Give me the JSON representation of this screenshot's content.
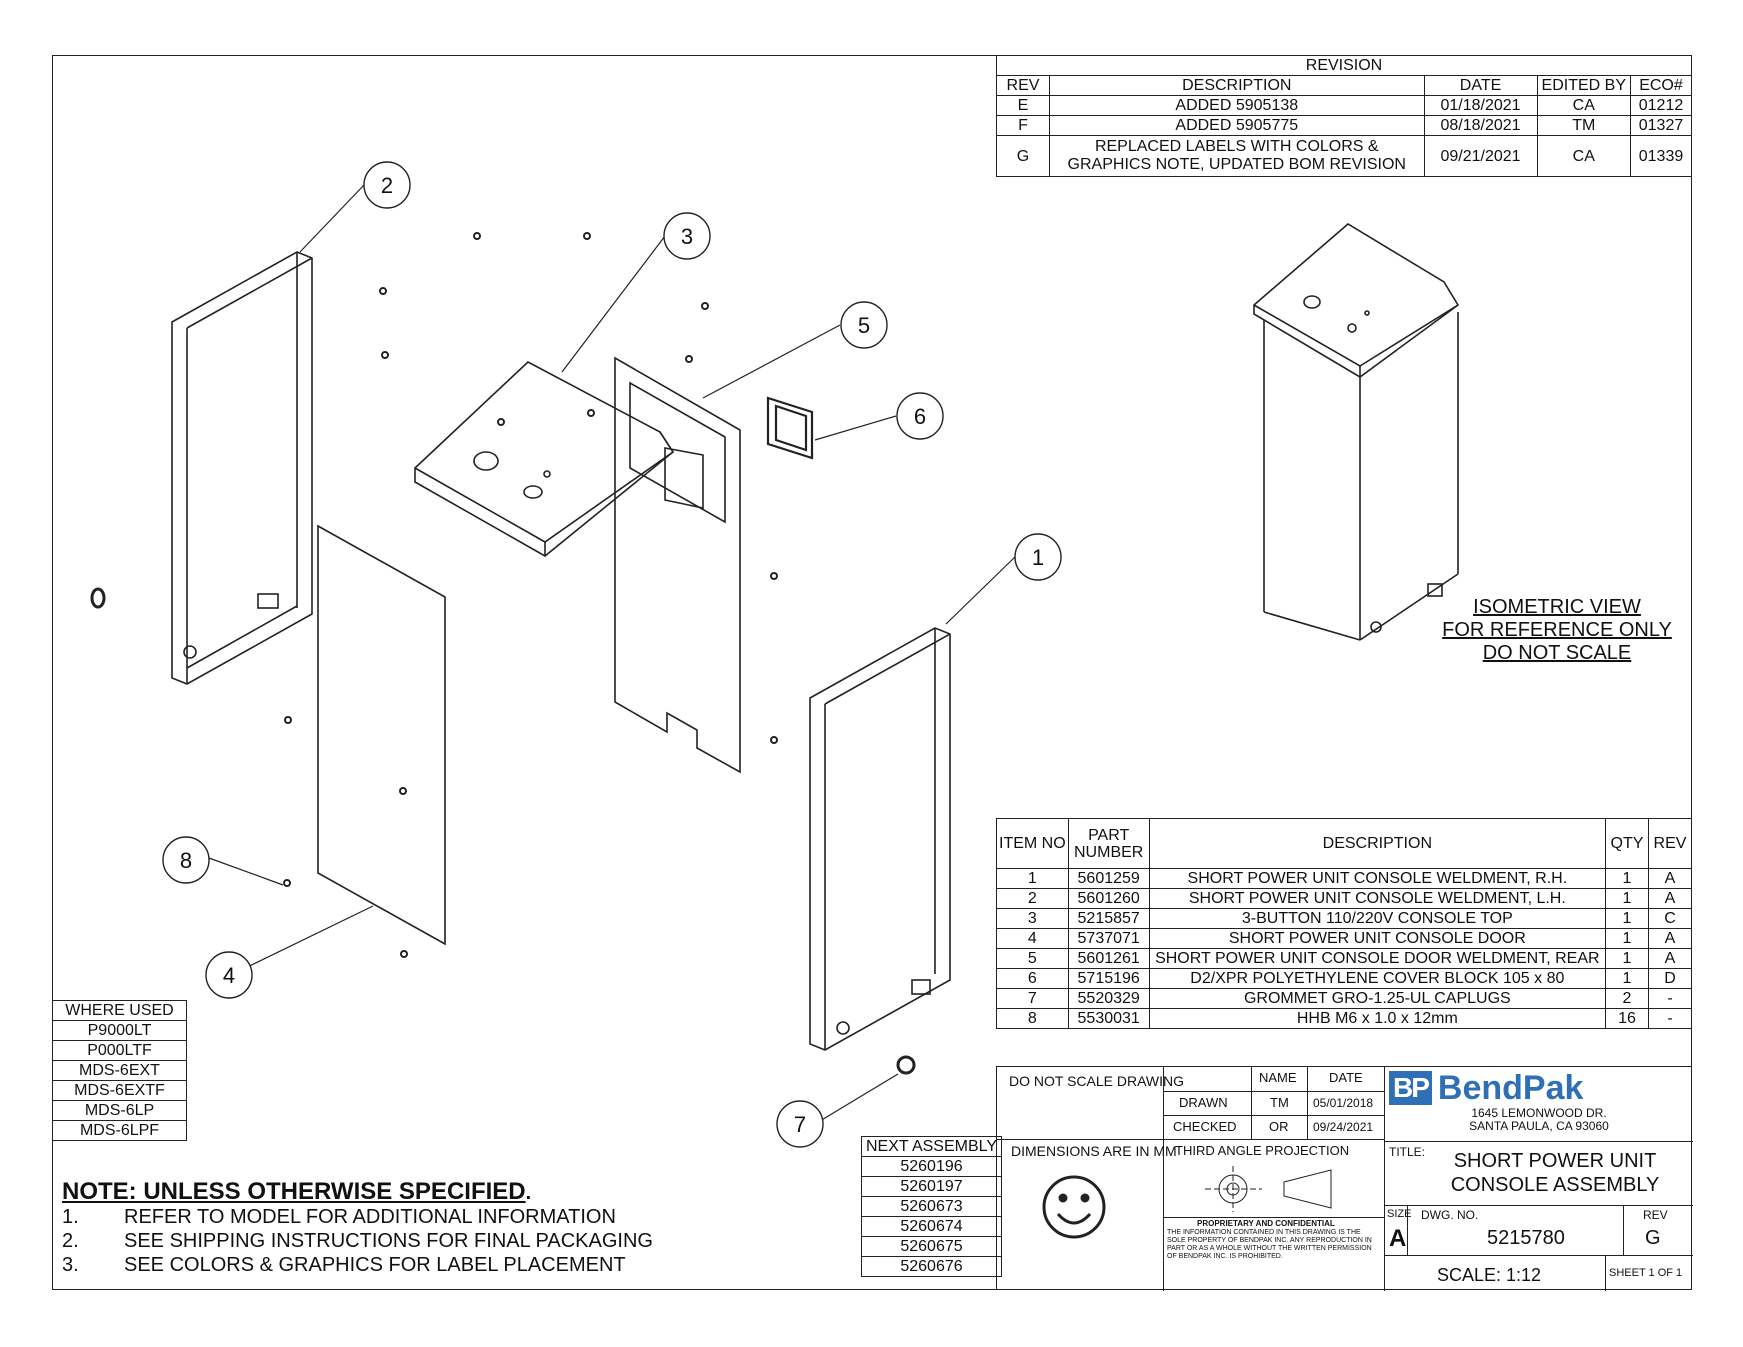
{
  "revision": {
    "title": "REVISION",
    "headers": [
      "REV",
      "DESCRIPTION",
      "DATE",
      "EDITED BY",
      "ECO#"
    ],
    "rows": [
      {
        "rev": "E",
        "desc": "ADDED 5905138",
        "date": "01/18/2021",
        "by": "CA",
        "eco": "01212"
      },
      {
        "rev": "F",
        "desc": "ADDED 5905775",
        "date": "08/18/2021",
        "by": "TM",
        "eco": "01327"
      },
      {
        "rev": "G",
        "desc": "REPLACED LABELS WITH COLORS & GRAPHICS NOTE, UPDATED BOM REVISION",
        "date": "09/21/2021",
        "by": "CA",
        "eco": "01339"
      }
    ]
  },
  "bom": {
    "headers": {
      "item": "ITEM NO",
      "part": "PART NUMBER",
      "desc": "DESCRIPTION",
      "qty": "QTY",
      "rev": "REV"
    },
    "rows": [
      {
        "item": "1",
        "part": "5601259",
        "desc": "SHORT POWER UNIT CONSOLE WELDMENT, R.H.",
        "qty": "1",
        "rev": "A"
      },
      {
        "item": "2",
        "part": "5601260",
        "desc": "SHORT POWER UNIT CONSOLE WELDMENT, L.H.",
        "qty": "1",
        "rev": "A"
      },
      {
        "item": "3",
        "part": "5215857",
        "desc": "3-BUTTON 110/220V CONSOLE TOP",
        "qty": "1",
        "rev": "C"
      },
      {
        "item": "4",
        "part": "5737071",
        "desc": "SHORT POWER UNIT CONSOLE DOOR",
        "qty": "1",
        "rev": "A"
      },
      {
        "item": "5",
        "part": "5601261",
        "desc": "SHORT POWER UNIT CONSOLE DOOR WELDMENT, REAR",
        "qty": "1",
        "rev": "A"
      },
      {
        "item": "6",
        "part": "5715196",
        "desc": "D2/XPR POLYETHYLENE COVER BLOCK 105 x 80",
        "qty": "1",
        "rev": "D"
      },
      {
        "item": "7",
        "part": "5520329",
        "desc": "GROMMET GRO-1.25-UL CAPLUGS",
        "qty": "2",
        "rev": "-"
      },
      {
        "item": "8",
        "part": "5530031",
        "desc": "HHB M6 x 1.0 x 12mm",
        "qty": "16",
        "rev": "-"
      }
    ]
  },
  "where_used": {
    "title": "WHERE USED",
    "items": [
      "P9000LT",
      "P000LTF",
      "MDS-6EXT",
      "MDS-6EXTF",
      "MDS-6LP",
      "MDS-6LPF"
    ]
  },
  "next_assembly": {
    "title": "NEXT ASSEMBLY",
    "items": [
      "5260196",
      "5260197",
      "5260673",
      "5260674",
      "5260675",
      "5260676"
    ]
  },
  "notes": {
    "title": "NOTE: UNLESS OTHERWISE SPECIFIED",
    "items": [
      "REFER TO MODEL FOR ADDITIONAL INFORMATION",
      "SEE SHIPPING INSTRUCTIONS FOR FINAL PACKAGING",
      "SEE COLORS & GRAPHICS FOR LABEL PLACEMENT"
    ]
  },
  "iso_caption": [
    "ISOMETRIC VIEW",
    "FOR REFERENCE ONLY",
    "DO NOT SCALE"
  ],
  "balloons": [
    "1",
    "2",
    "3",
    "4",
    "5",
    "6",
    "7",
    "8"
  ],
  "title_block": {
    "do_not_scale": "DO NOT SCALE DRAWING",
    "name_label": "NAME",
    "date_label": "DATE",
    "drawn_label": "DRAWN",
    "drawn_name": "TM",
    "drawn_date": "05/01/2018",
    "checked_label": "CHECKED",
    "checked_name": "OR",
    "checked_date": "09/24/2021",
    "dimensions": "DIMENSIONS ARE IN MM",
    "projection": "THIRD ANGLE PROJECTION",
    "proprietary_title": "PROPRIETARY AND CONFIDENTIAL",
    "proprietary_text": "THE INFORMATION CONTAINED IN THIS DRAWING IS THE SOLE PROPERTY OF BENDPAK INC. ANY REPRODUCTION IN PART OR AS A WHOLE WITHOUT THE WRITTEN PERMISSION OF BENDPAK INC. IS PROHIBITED.",
    "logo_bp": "BP",
    "logo_name": "BendPak",
    "address1": "1645 LEMONWOOD DR.",
    "address2": "SANTA PAULA, CA 93060",
    "title_label": "TITLE:",
    "title_line1": "SHORT POWER UNIT",
    "title_line2": "CONSOLE ASSEMBLY",
    "size_label": "SIZE",
    "size": "A",
    "dwg_label": "DWG. NO.",
    "dwg_no": "5215780",
    "rev_label": "REV",
    "rev": "G",
    "scale": "SCALE: 1:12",
    "sheet": "SHEET 1 OF 1"
  },
  "colors": {
    "line": "#222222",
    "logo_blue": "#2f6fb5",
    "logo_grey": "#8e9aa8"
  }
}
